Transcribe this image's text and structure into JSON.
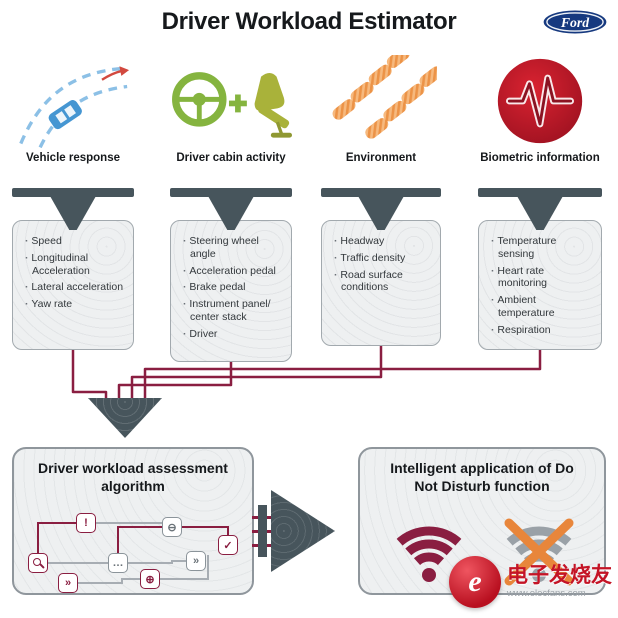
{
  "title": "Driver Workload Estimator",
  "brand": "Ford",
  "colors": {
    "maroon": "#8a1e41",
    "slate": "#47555c",
    "panel": "#eef0f1",
    "panel-border": "#a2a9ae",
    "orange": "#ec9347",
    "green": "#85b43f",
    "olive": "#a9b23a",
    "red": "#c2182e",
    "blue": "#4596d2",
    "ford-blue": "#16397f",
    "x-orange": "#e8863b"
  },
  "columns": [
    {
      "label": "Vehicle response",
      "icon": "vehicle-response-icon",
      "items": [
        "Speed",
        "Longitudinal Acceleration",
        "Lateral acceleration",
        "Yaw rate"
      ]
    },
    {
      "label": "Driver cabin activity",
      "icon": "driver-cabin-icon",
      "items": [
        "Steering wheel angle",
        "Acceleration pedal",
        "Brake pedal",
        "Instrument panel/ center stack",
        "Driver"
      ]
    },
    {
      "label": "Environment",
      "icon": "environment-icon",
      "items": [
        "Headway",
        "Traffic density",
        "Road surface conditions"
      ]
    },
    {
      "label": "Biometric information",
      "icon": "biometric-icon",
      "items": [
        "Temperature sensing",
        "Heart rate monitoring",
        "Ambient temperature",
        "Respiration"
      ]
    }
  ],
  "algorithm": {
    "title": "Driver workload assessment algorithm",
    "node_glyphs": [
      "",
      "!",
      "…",
      "»",
      "⊖",
      "⊕",
      "»",
      "✓"
    ]
  },
  "application": {
    "title": "Intelligent application of Do Not Disturb function"
  },
  "watermark": {
    "site_name": "电子发烧友",
    "site_url": "www.elecfans.com"
  }
}
